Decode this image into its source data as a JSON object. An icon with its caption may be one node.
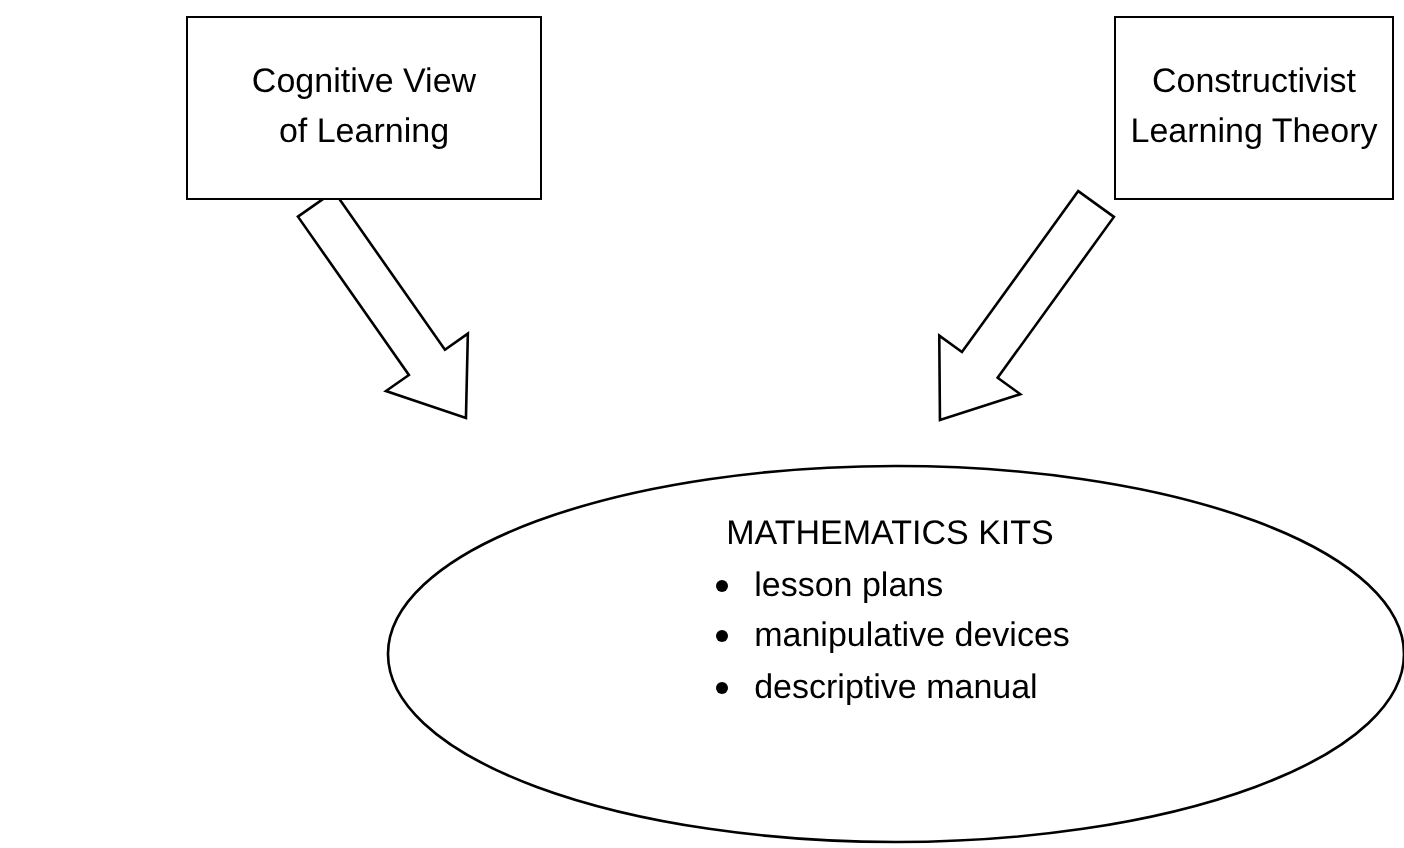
{
  "diagram": {
    "nodes": [
      {
        "text": [
          "Cognitive View of Learning"
        ]
      },
      {
        "text": [
          "Constructivist Learning Theory"
        ]
      },
      {
        "text": [
          "MATHEMATICS KITS",
          "lesson plans",
          "manipulative devices",
          "descriptive manual"
        ]
      }
    ],
    "edges": [
      {
        "from": 0,
        "to": 2,
        "arrow": "to"
      },
      {
        "from": 1,
        "to": 2,
        "arrow": "to"
      }
    ]
  }
}
